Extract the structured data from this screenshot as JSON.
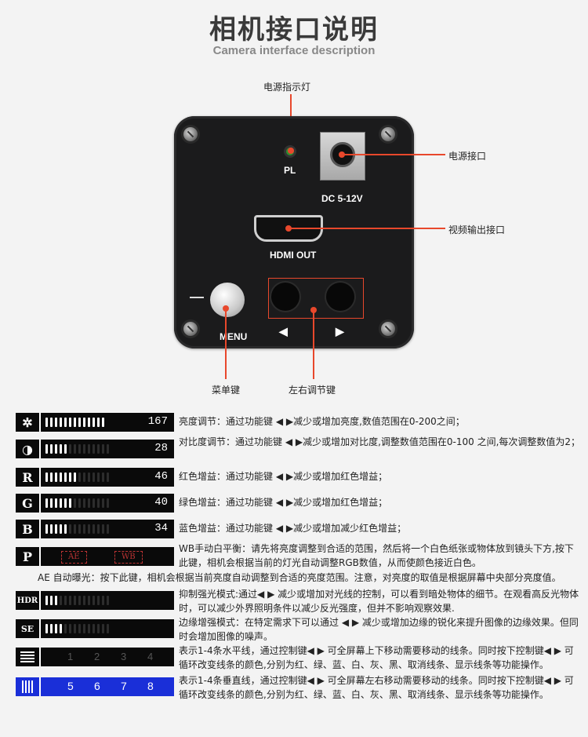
{
  "header": {
    "title": "相机接口说明",
    "subtitle": "Camera interface description"
  },
  "camera": {
    "led_label": "PL",
    "dc_label": "DC 5-12V",
    "hdmi_label": "HDMI OUT",
    "menu_label": "MENU",
    "left_arrow": "◀",
    "right_arrow": "▶"
  },
  "callouts": {
    "power_indicator": "电源指示灯",
    "power_port": "电源接口",
    "video_output": "视频输出接口",
    "menu_key": "菜单键",
    "lr_keys": "左右调节键"
  },
  "settings": [
    {
      "icon": "brightness-icon",
      "glyph": "✲",
      "on": 13,
      "total": 13,
      "value": "167",
      "desc": "亮度调节：通过功能键 ◀ ▶减少或增加亮度,数值范围在0-200之间；"
    },
    {
      "icon": "contrast-icon",
      "glyph": "◑",
      "on": 5,
      "total": 14,
      "value": "28",
      "desc": "对比度调节：通过功能键 ◀ ▶减少或增加对比度,调整数值范围在0-100 之间,每次调整数值为2；"
    },
    {
      "icon": "red-gain-icon",
      "glyph": "R",
      "on": 7,
      "total": 14,
      "value": "46",
      "desc": "红色增益：通过功能键 ◀ ▶减少或增加红色增益；"
    },
    {
      "icon": "green-gain-icon",
      "glyph": "G",
      "on": 6,
      "total": 14,
      "value": "40",
      "desc": "绿色增益：通过功能键 ◀ ▶减少或增加红色增益；"
    },
    {
      "icon": "blue-gain-icon",
      "glyph": "B",
      "on": 5,
      "total": 14,
      "value": "34",
      "desc": "蓝色增益：通过功能键 ◀ ▶减少或增加减少红色增益；"
    }
  ],
  "wb_row": {
    "icon": "p-mode-icon",
    "glyph": "P",
    "mode1": "AE",
    "mode2": "WB",
    "desc": "WB手动白平衡：请先将亮度调整到合适的范围，然后将一个白色纸张或物体放到镜头下方,按下此键，相机会根据当前的灯光自动调整RGB数值，从而使颜色接近白色。",
    "ae_desc": "AE 自动曝光：按下此键，相机会根据当前亮度自动调整到合适的亮度范围。注意，对亮度的取值是根据屏幕中央部分亮度值。"
  },
  "hdr_row": {
    "glyph": "HDR",
    "on": 3,
    "total": 14,
    "desc": "抑制强光模式:通过◀ ▶ 减少或增加对光线的控制，可以看到暗处物体的细节。在观看高反光物体时，可以减少外界照明条件以减少反光强度，但并不影响观察效果."
  },
  "se_row": {
    "glyph": "SE",
    "on": 4,
    "total": 14,
    "desc": "边缘增强模式：在特定需求下可以通过 ◀ ▶ 减少或增加边缘的锐化来提升图像的边缘效果。但同时会增加图像的噪声。"
  },
  "hline_row": {
    "numbers": [
      "1",
      "2",
      "3",
      "4"
    ],
    "desc": "表示1-4条水平线，通过控制键◀ ▶ 可全屏幕上下移动需要移动的线条。同时按下控制键◀ ▶ 可循环改变线条的颜色,分别为红、绿、蓝、白、灰、黑、取消线条、显示线条等功能操作。"
  },
  "vline_row": {
    "numbers": [
      "5",
      "6",
      "7",
      "8"
    ],
    "desc": "表示1-4条垂直线，通过控制键◀ ▶ 可全屏幕左右移动需要移动的线条。同时按下控制键◀ ▶ 可循环改变线条的颜色,分别为红、绿、蓝、白、灰、黑、取消线条、显示线条等功能操作。"
  }
}
